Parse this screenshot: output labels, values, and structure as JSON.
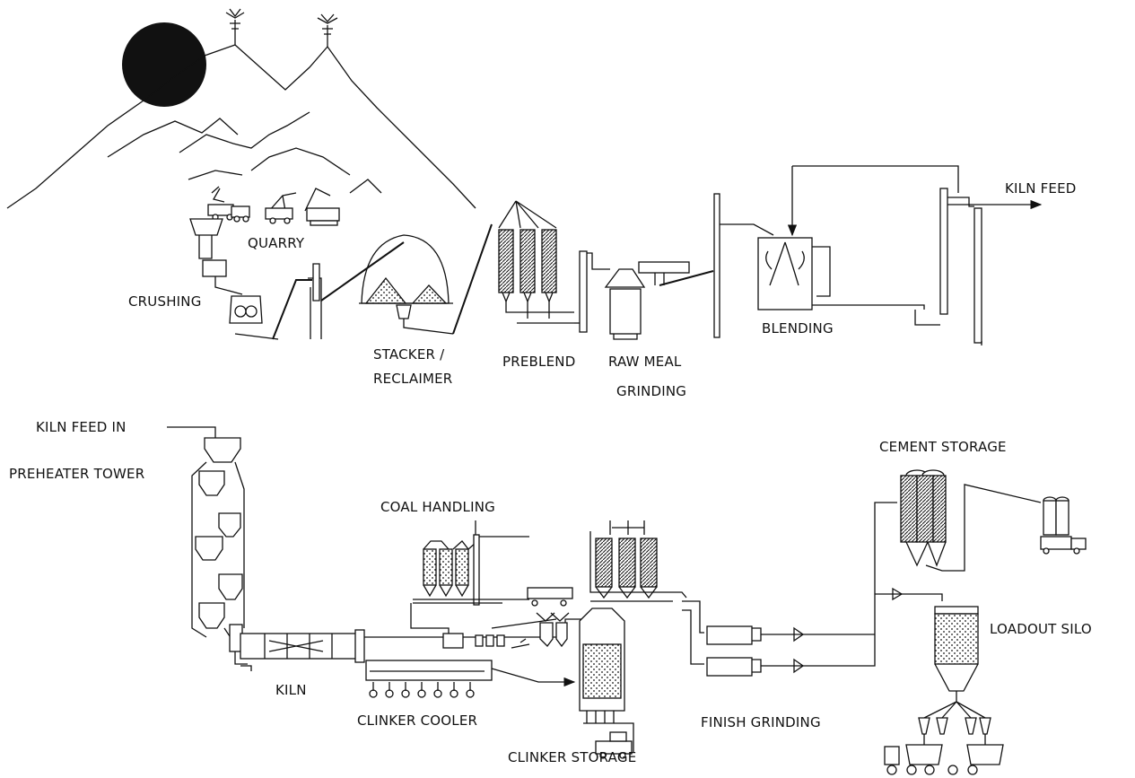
{
  "labels": {
    "quarry": "QUARRY",
    "crushing": "CRUSHING",
    "stacker_line1": "STACKER /",
    "stacker_line2": "RECLAIMER",
    "preblend": "PREBLEND",
    "raw_meal_line1": "RAW MEAL",
    "raw_meal_line2": "GRINDING",
    "blending": "BLENDING",
    "kiln_feed": "KILN FEED",
    "kiln_feed_in": "KILN FEED IN",
    "preheater_tower": "PREHEATER TOWER",
    "coal_handling": "COAL HANDLING",
    "cement_storage": "CEMENT STORAGE",
    "loadout_silo": "LOADOUT SILO",
    "kiln": "KILN",
    "clinker_cooler": "CLINKER COOLER",
    "finish_grinding": "FINISH GRINDING",
    "clinker_storage": "CLINKER STORAGE"
  },
  "colors": {
    "ink": "#111111",
    "background": "#ffffff"
  }
}
